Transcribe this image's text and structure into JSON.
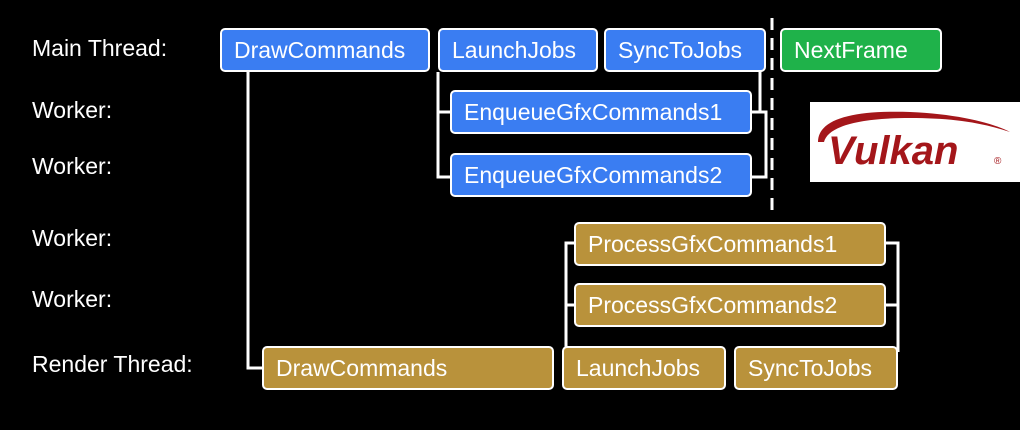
{
  "row_labels": {
    "main_thread": "Main Thread:",
    "worker_1": "Worker:",
    "worker_2": "Worker:",
    "worker_3": "Worker:",
    "worker_4": "Worker:",
    "render_thread": "Render Thread:"
  },
  "main_thread_tasks": {
    "draw_commands": "DrawCommands",
    "launch_jobs": "LaunchJobs",
    "sync_to_jobs": "SyncToJobs",
    "next_frame": "NextFrame"
  },
  "worker_tasks": {
    "enqueue_1": "EnqueueGfxCommands1",
    "enqueue_2": "EnqueueGfxCommands2",
    "process_1": "ProcessGfxCommands1",
    "process_2": "ProcessGfxCommands2"
  },
  "render_thread_tasks": {
    "draw_commands": "DrawCommands",
    "launch_jobs": "LaunchJobs",
    "sync_to_jobs": "SyncToJobs"
  },
  "logo": {
    "text": "Vulkan",
    "mark": "®"
  },
  "colors": {
    "background": "#000000",
    "main_task": "#3a7df2",
    "next_frame": "#1fb24a",
    "render_task": "#b9923b",
    "border": "#ffffff",
    "logo_red": "#a4161a"
  }
}
